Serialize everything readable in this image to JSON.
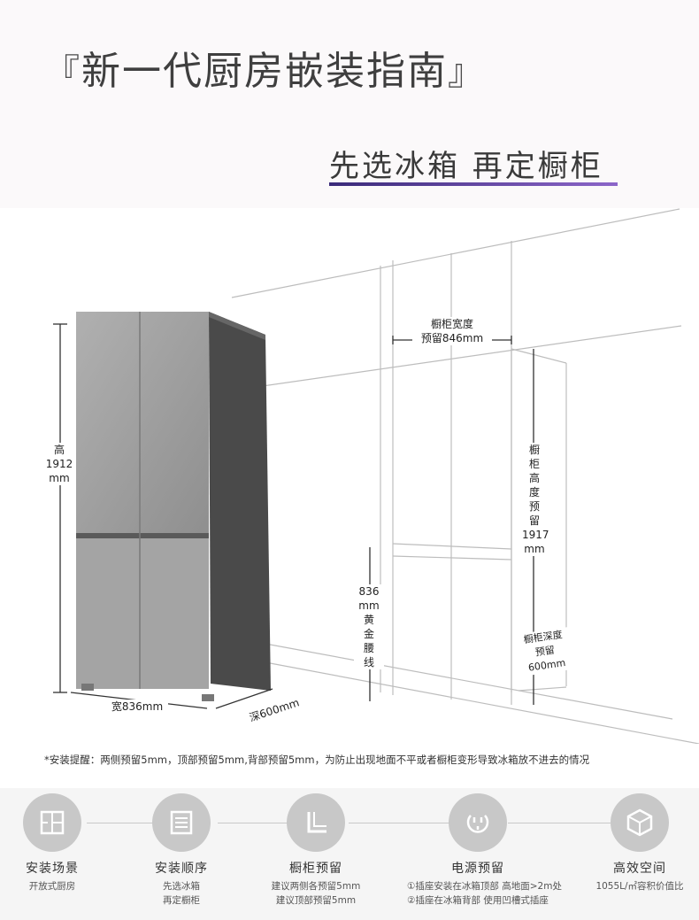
{
  "title": {
    "open": "『",
    "text": "新一代厨房嵌装指南",
    "close": "』"
  },
  "subtitle": "先选冰箱  再定橱柜",
  "fridge": {
    "height_label": [
      "高",
      "1912",
      "mm"
    ],
    "width_label": "宽836mm",
    "depth_label": "深600mm"
  },
  "cabinet": {
    "width_label": [
      "橱柜宽度",
      "预留846mm"
    ],
    "height_label": [
      "橱",
      "柜",
      "高",
      "度",
      "预",
      "留",
      "1917",
      "mm"
    ],
    "waist_label": [
      "836",
      "mm",
      "黄",
      "金",
      "腰",
      "线"
    ],
    "depth_label": [
      "橱柜深度",
      "预留600mm"
    ]
  },
  "note": "*安装提醒：两侧预留5mm，顶部预留5mm,背部预留5mm，为防止出现地面不平或者橱柜变形导致冰箱放不进去的情况",
  "features": [
    {
      "icon": "floorplan-icon",
      "title": "安装场景",
      "lines": [
        "开放式厨房"
      ]
    },
    {
      "icon": "list-icon",
      "title": "安装顺序",
      "lines": [
        "先选冰箱",
        "再定橱柜"
      ]
    },
    {
      "icon": "cabinet-corner-icon",
      "title": "橱柜预留",
      "lines": [
        "建议两侧各预留5mm",
        "建议顶部预留5mm"
      ]
    },
    {
      "icon": "power-socket-icon",
      "title": "电源预留",
      "lines": [
        "①插座安装在冰箱顶部  高地面>2m处",
        "②插座在冰箱背部  使用凹槽式插座"
      ]
    },
    {
      "icon": "cube-icon",
      "title": "高效空间",
      "lines": [
        "1055L/㎡容积价值比"
      ]
    }
  ]
}
